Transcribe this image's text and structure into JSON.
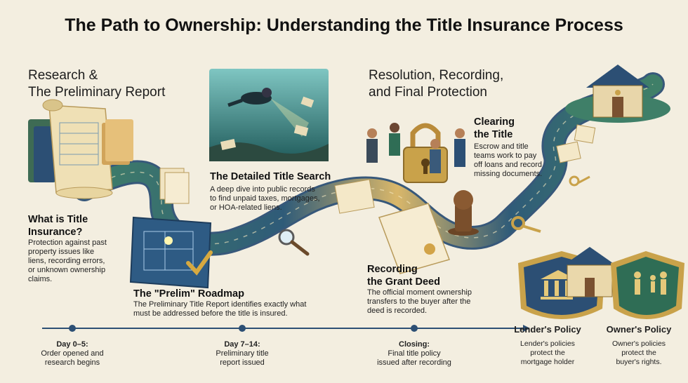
{
  "title": "The Path to Ownership: Understanding the Title Insurance Process",
  "sections": {
    "research": "Research &\nThe Preliminary Report",
    "resolution": "Resolution, Recording,\nand Final Protection"
  },
  "steps": {
    "what_is": {
      "title": "What is Title\nInsurance?",
      "text": "Protection against past\nproperty issues like\nliens, recording errors,\nor unknown ownership\nclaims."
    },
    "search": {
      "title": "The Detailed Title Search",
      "text": "A deep dive into public records\nto find unpaid taxes, mortgages,\nor HOA-related liens."
    },
    "prelim": {
      "title": "The \"Prelim\" Roadmap",
      "text": "The Preliminary Title Report identifies exactly what\nmust be addressed before the title is insured."
    },
    "clearing": {
      "title": "Clearing\nthe Title",
      "text": "Escrow and title\nteams work to pay\noff loans and record\nmissing documents."
    },
    "recording": {
      "title": "Recording\nthe Grant Deed",
      "text": "The official moment ownership\ntransfers to the buyer after the\ndeed is recorded."
    }
  },
  "timeline": [
    {
      "title": "Day 0–5:",
      "text": "Order opened and\nresearch begins"
    },
    {
      "title": "Day 7–14:",
      "text": "Preliminary title\nreport issued"
    },
    {
      "title": "Closing:",
      "text": "Final title policy\nissued after recording"
    }
  ],
  "policies": {
    "lender": {
      "title": "Lender's Policy",
      "text": "Lender's policies\nprotect the\nmortgage holder"
    },
    "owner": {
      "title": "Owner's Policy",
      "text": "Owner's policies\nprotect the\nbuyer's rights."
    }
  },
  "colors": {
    "background": "#f3eee0",
    "path_green": "#3f7f68",
    "path_blue": "#2f5b78",
    "path_gold": "#d9b76a",
    "shield_blue": "#2c4f74",
    "shield_green": "#2f6d55",
    "gold": "#c9a24a"
  },
  "icons": [
    "scroll-icon",
    "diver-icon",
    "blueprint-icon",
    "magnifier-icon",
    "checkmark-icon",
    "padlock-icon",
    "stamp-icon",
    "key-icon",
    "house-icon",
    "bank-icon",
    "family-icon"
  ]
}
